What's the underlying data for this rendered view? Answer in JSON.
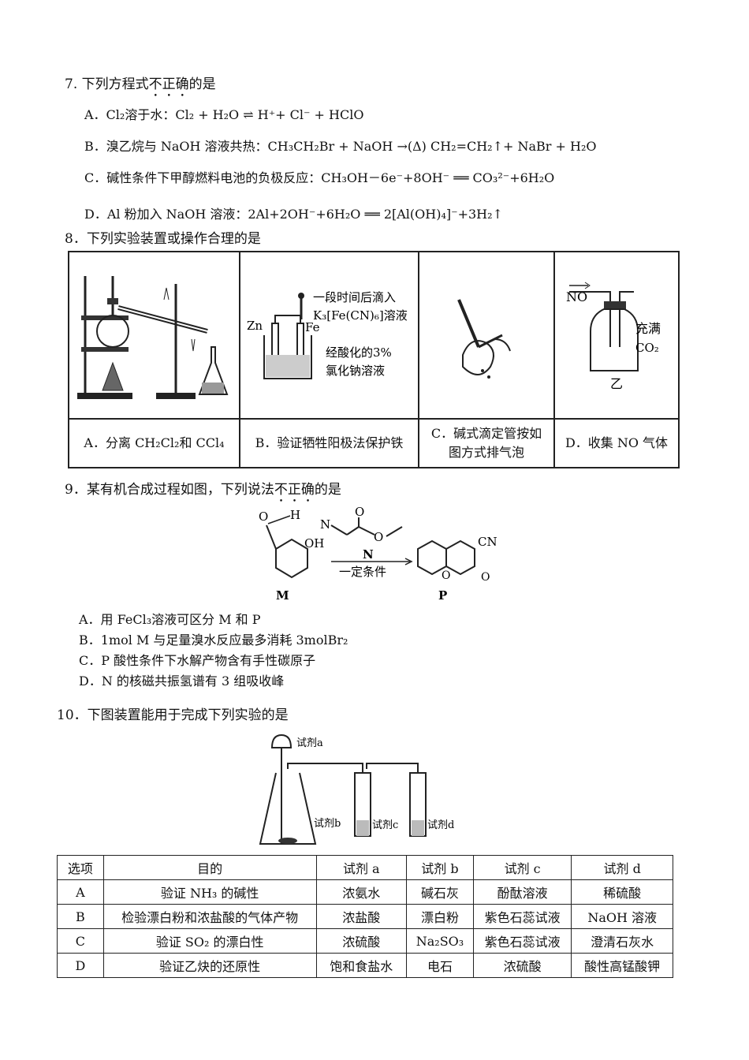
{
  "q7": {
    "stem": "7. 下列方程式",
    "stem_emph": "不正确",
    "stem_end": "的是",
    "options": [
      "A．Cl₂溶于水：Cl₂ + H₂O ⇌ H⁺+ Cl⁻ + HClO",
      "B．溴乙烷与 NaOH 溶液共热：CH₃CH₂Br + NaOH →(Δ) CH₂=CH₂↑+ NaBr + H₂O",
      "C．碱性条件下甲醇燃料电池的负极反应：CH₃OH－6e⁻+8OH⁻ ══ CO₃²⁻+6H₂O",
      "D．Al 粉加入 NaOH 溶液：2Al+2OH⁻+6H₂O ══ 2[Al(OH)₄]⁻+3H₂↑"
    ]
  },
  "q8": {
    "stem": "8．下列实验装置或操作合理的是",
    "labels_b": [
      "一段时间后滴入",
      "K₃[Fe(CN)₆]溶液",
      "Zn",
      "Fe",
      "经酸化的3%",
      "氯化钠溶液"
    ],
    "labels_d": [
      "NO",
      "充满",
      "CO₂",
      "乙"
    ],
    "captions": [
      "A．分离 CH₂Cl₂和 CCl₄",
      "B．验证牺牲阳极法保护铁",
      "C．碱式滴定管按如图方式排气泡",
      "D．收集 NO 气体"
    ]
  },
  "q9": {
    "stem": "9．某有机合成过程如图，下列说法",
    "stem_emph": "不正确",
    "stem_end": "的是",
    "scheme": {
      "reactant": "M",
      "reagent": "N",
      "condition": "一定条件",
      "product": "P",
      "atoms": [
        "O",
        "H",
        "OH",
        "N",
        "O",
        "O",
        "CN",
        "O",
        "O"
      ]
    },
    "options": [
      "A．用 FeCl₃溶液可区分 M 和 P",
      "B．1mol M 与足量溴水反应最多消耗 3molBr₂",
      "C．P 酸性条件下水解产物含有手性碳原子",
      "D．N 的核磁共振氢谱有 3 组吸收峰"
    ]
  },
  "q10": {
    "stem": "10．下图装置能用于完成下列实验的是",
    "apparatus_labels": [
      "试剂a",
      "试剂b",
      "试剂c",
      "试剂d"
    ],
    "table": {
      "headers": [
        "选项",
        "目的",
        "试剂 a",
        "试剂 b",
        "试剂 c",
        "试剂 d"
      ],
      "rows": [
        [
          "A",
          "验证 NH₃ 的碱性",
          "浓氨水",
          "碱石灰",
          "酚酞溶液",
          "稀硫酸"
        ],
        [
          "B",
          "检验漂白粉和浓盐酸的气体产物",
          "浓盐酸",
          "漂白粉",
          "紫色石蕊试液",
          "NaOH 溶液"
        ],
        [
          "C",
          "验证 SO₂ 的漂白性",
          "浓硫酸",
          "Na₂SO₃",
          "紫色石蕊试液",
          "澄清石灰水"
        ],
        [
          "D",
          "验证乙炔的还原性",
          "饱和食盐水",
          "电石",
          "浓硫酸",
          "酸性高锰酸钾"
        ]
      ]
    }
  }
}
